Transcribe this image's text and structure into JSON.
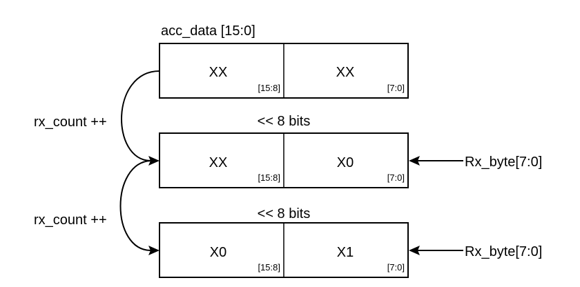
{
  "title": "acc_data [15:0]",
  "registers": [
    {
      "high": {
        "value": "XX",
        "bits": "[15:8]"
      },
      "low": {
        "value": "XX",
        "bits": "[7:0]"
      }
    },
    {
      "high": {
        "value": "XX",
        "bits": "[15:8]"
      },
      "low": {
        "value": "X0",
        "bits": "[7:0]"
      }
    },
    {
      "high": {
        "value": "X0",
        "bits": "[15:8]"
      },
      "low": {
        "value": "X1",
        "bits": "[7:0]"
      }
    }
  ],
  "shift_labels": [
    "<< 8 bits",
    "<< 8 bits"
  ],
  "counter_labels": [
    "rx_count ++",
    "rx_count ++"
  ],
  "input_labels": [
    "Rx_byte[7:0]",
    "Rx_byte[7:0]"
  ]
}
